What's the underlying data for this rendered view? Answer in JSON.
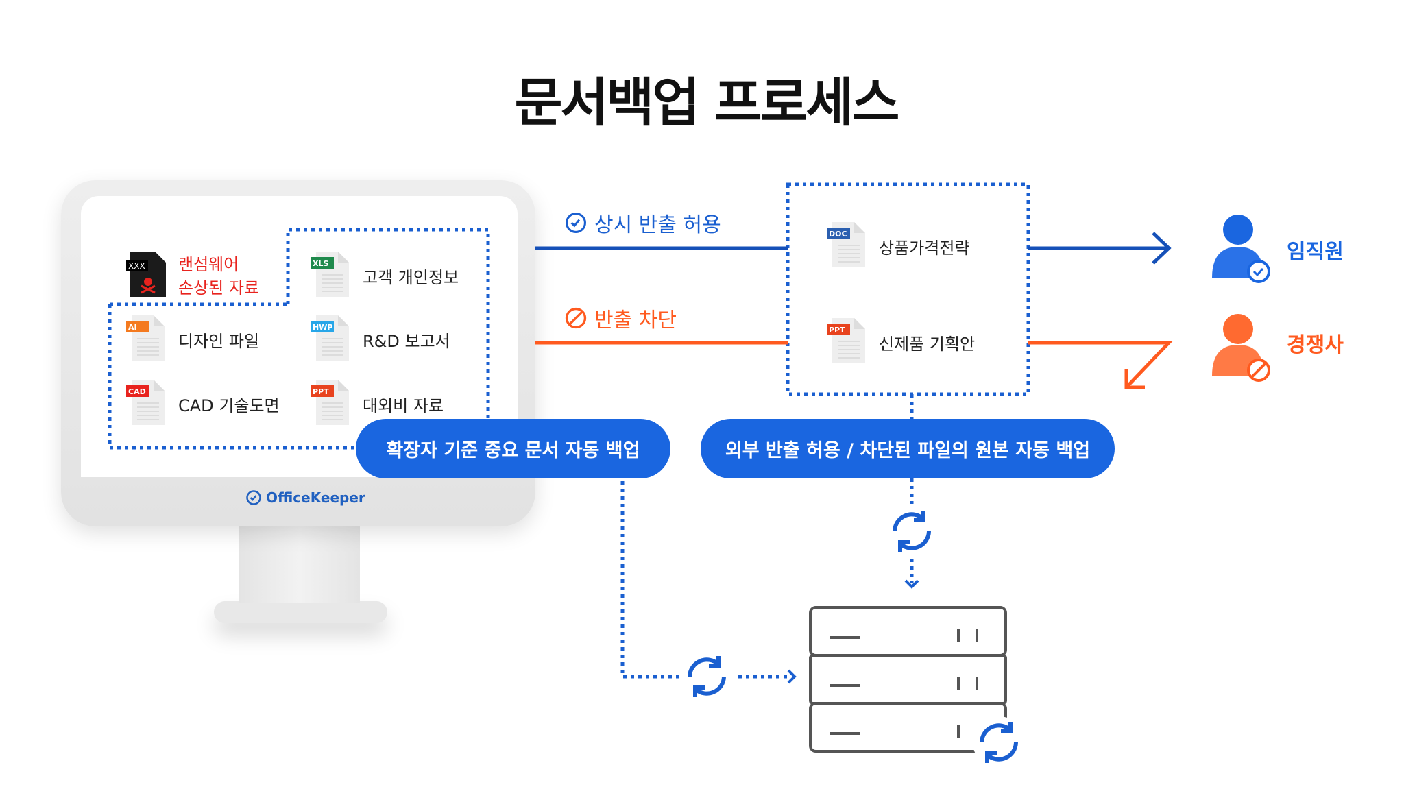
{
  "title": "문서백업 프로세스",
  "brand": "OfficeKeeper",
  "monitor_files": {
    "ransomware": {
      "tag": "XXX",
      "line1": "랜섬웨어",
      "line2": "손상된 자료"
    },
    "items": [
      {
        "tag": "XLS",
        "label": "고객 개인정보",
        "color": "#1f8a4c"
      },
      {
        "tag": "AI",
        "label": "디자인 파일",
        "color": "#f47a1f"
      },
      {
        "tag": "HWP",
        "label": "R&D 보고서",
        "color": "#27a6e8"
      },
      {
        "tag": "CAD",
        "label": "CAD 기술도면",
        "color": "#e8231e"
      },
      {
        "tag": "PPT",
        "label": "대외비 자료",
        "color": "#e8431e"
      }
    ]
  },
  "flows": {
    "allow_label": "상시 반출 허용",
    "block_label": "반출 차단",
    "allow_file": {
      "tag": "DOC",
      "label": "상품가격전략",
      "color": "#2b5fb0"
    },
    "block_file": {
      "tag": "PPT",
      "label": "신제품 기획안",
      "color": "#e8431e"
    },
    "employee": "임직원",
    "competitor": "경쟁사"
  },
  "pills": {
    "ext_backup": "확장자 기준 중요 문서 자동 백업",
    "origin_backup": "외부 반출 허용 / 차단된 파일의 원본 자동 백업"
  },
  "colors": {
    "blue": "#1550b8",
    "pill": "#1a66e0",
    "orange": "#ff5a1f",
    "red": "#e8231e"
  }
}
